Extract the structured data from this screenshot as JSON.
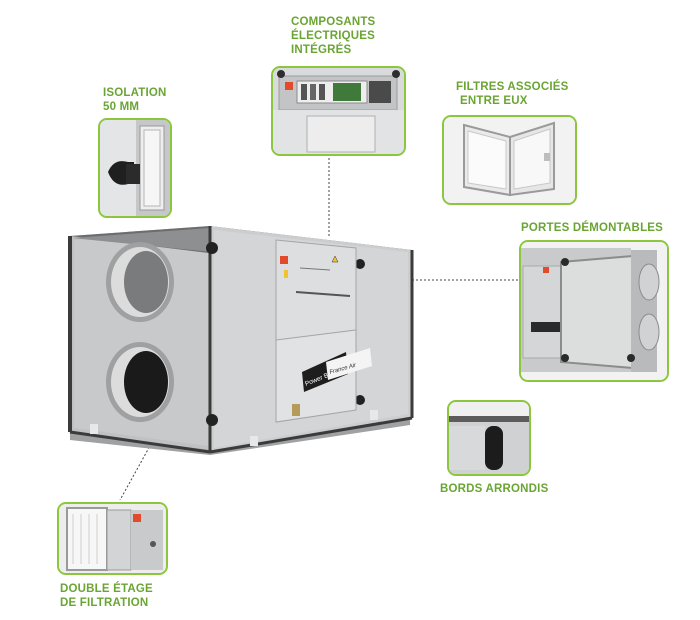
{
  "callouts": {
    "composants": {
      "line1": "COMPOSANTS",
      "line2": "ÉLECTRIQUES",
      "line3": "INTÉGRÉS"
    },
    "isolation": {
      "line1": "ISOLATION",
      "line2": "50 MM"
    },
    "filtres": {
      "line1": "FILTRES ASSOCIÉS",
      "line2": "ENTRE EUX"
    },
    "portes": {
      "line1": "PORTES DÉMONTABLES"
    },
    "bords": {
      "line1": "BORDS ARRONDIS"
    },
    "double": {
      "line1": "DOUBLE ÉTAGE",
      "line2": "DE FILTRATION"
    }
  },
  "unit": {
    "product_label": "Power Box",
    "brand_logo": "France Air"
  },
  "colors": {
    "accent_green": "#8cc63f",
    "label_green": "#6aa533",
    "casing_grey": "#c9cbcc",
    "frame_dark": "#3b3b3b"
  }
}
